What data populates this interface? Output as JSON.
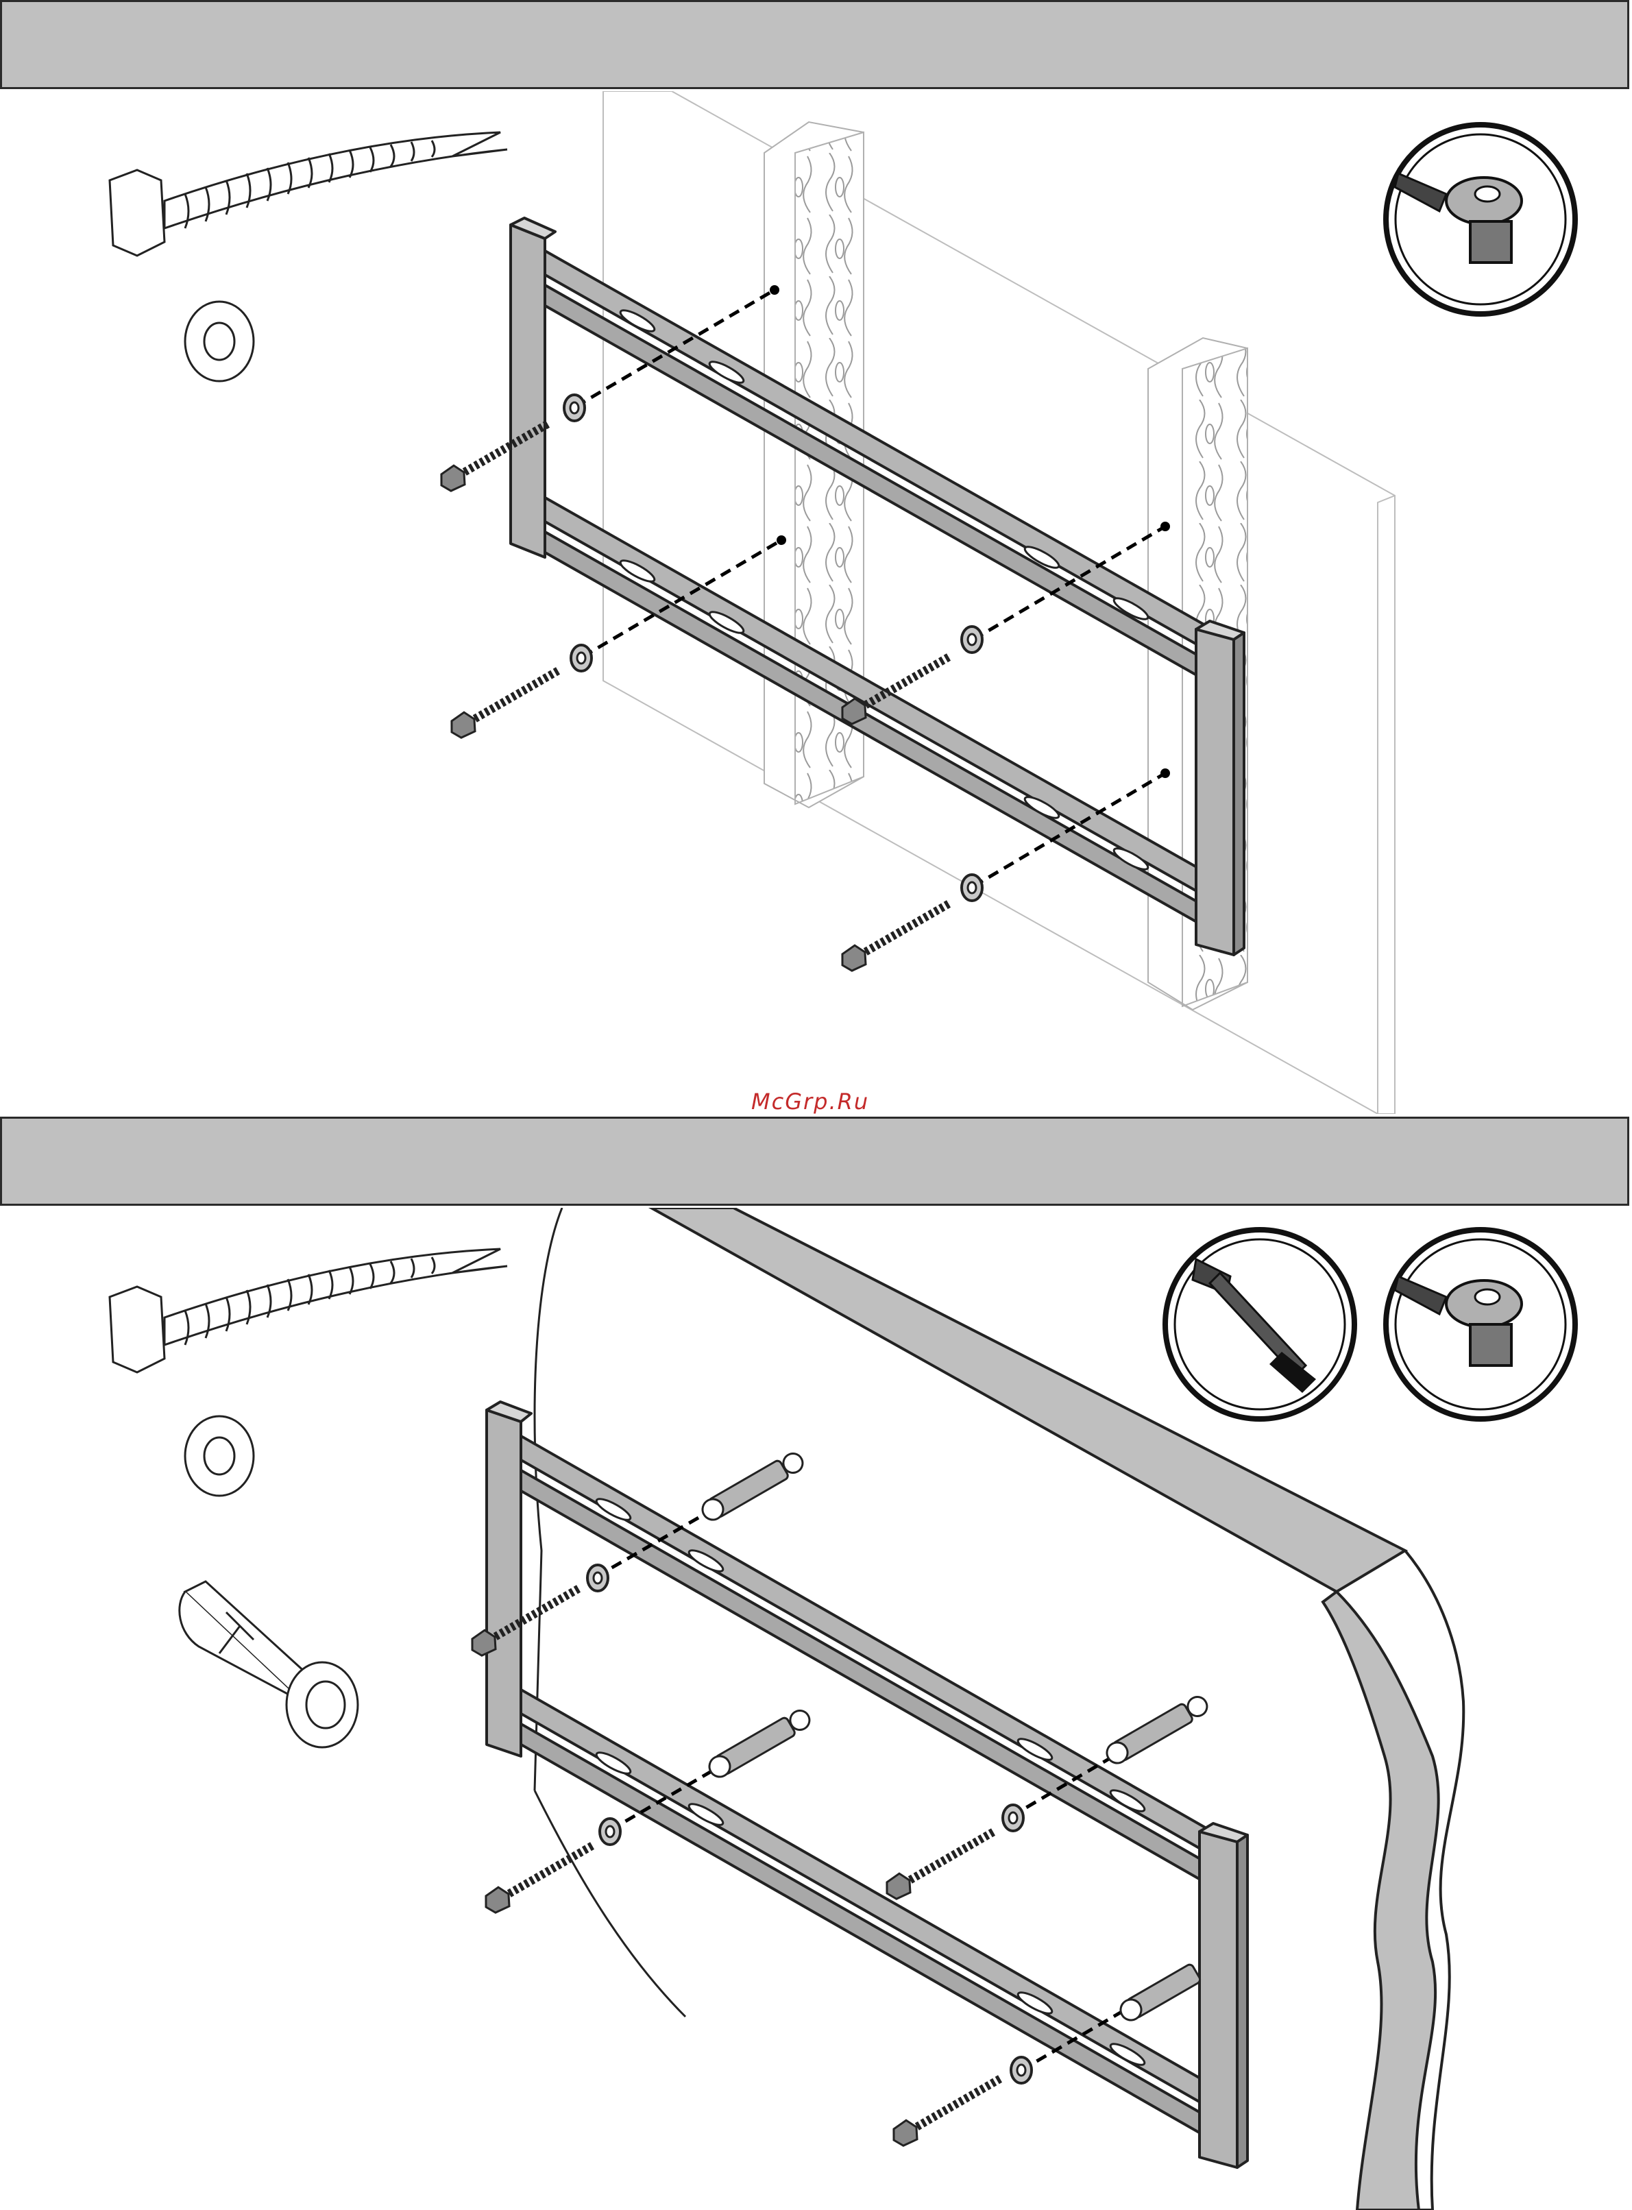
{
  "watermark": "McGrp.Ru",
  "steps": [
    {
      "mount_surface": "wood-stud",
      "hardware": [
        "lag-bolt",
        "washer"
      ],
      "tools": [
        "socket-wrench"
      ],
      "bolt_count": 4
    },
    {
      "mount_surface": "concrete-wall",
      "hardware": [
        "lag-bolt",
        "washer",
        "wall-anchor"
      ],
      "tools": [
        "hammer",
        "socket-wrench"
      ],
      "bolt_count": 4
    }
  ],
  "colors": {
    "header_bar": "#c0c0c0",
    "bracket": "#b5b5b5",
    "wall_edge": "#bdbdbd",
    "watermark": "#c42a2a"
  }
}
